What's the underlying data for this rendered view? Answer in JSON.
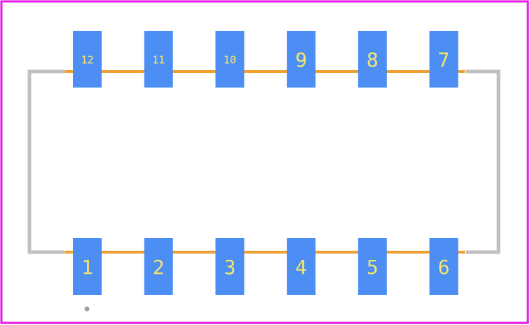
{
  "footprint": {
    "colors": {
      "border": "#e619e6",
      "body_outline": "#c0c0c0",
      "pad": "#4d8ef5",
      "pad_text": "#f5e66a",
      "trace": "#f0a030",
      "pin1_marker": "#a0a0a0"
    },
    "pads_top": [
      {
        "label": "12"
      },
      {
        "label": "11"
      },
      {
        "label": "10"
      },
      {
        "label": "9"
      },
      {
        "label": "8"
      },
      {
        "label": "7"
      }
    ],
    "pads_bottom": [
      {
        "label": "1"
      },
      {
        "label": "2"
      },
      {
        "label": "3"
      },
      {
        "label": "4"
      },
      {
        "label": "5"
      },
      {
        "label": "6"
      }
    ]
  }
}
